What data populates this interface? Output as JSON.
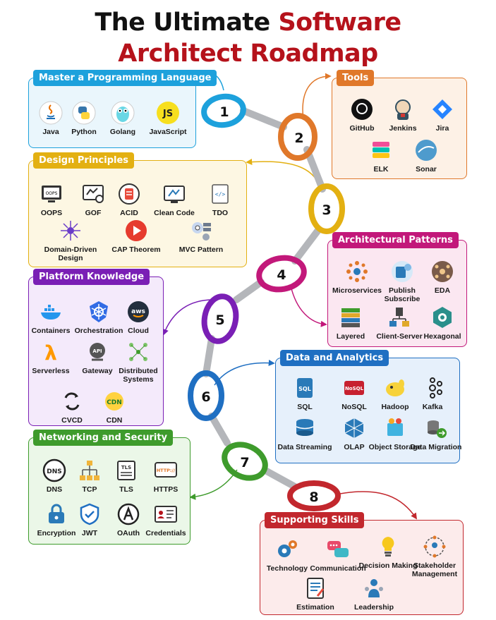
{
  "title": {
    "line1_prefix": "The Ultimate ",
    "line1_accent": "Software",
    "line2": "Architect Roadmap"
  },
  "colors": {
    "lang": "#1da1dc",
    "tools": "#e0782a",
    "design": "#e3b012",
    "patterns": "#c2187a",
    "platform": "#7a1fb5",
    "data": "#1f6fc2",
    "network": "#3e9b2c",
    "skills": "#c2272d"
  },
  "steps": [
    "1",
    "2",
    "3",
    "4",
    "5",
    "6",
    "7",
    "8"
  ],
  "sections": {
    "lang": {
      "title": "Master a Programming Language",
      "items": [
        "Java",
        "Python",
        "Golang",
        "JavaScript"
      ]
    },
    "tools": {
      "title": "Tools",
      "items": [
        "GitHub",
        "Jenkins",
        "Jira",
        "ELK",
        "Sonar"
      ]
    },
    "design": {
      "title": "Design Principles",
      "items": [
        "OOPS",
        "GOF",
        "ACID",
        "Clean Code",
        "TDO",
        "Domain-Driven Design",
        "CAP Theorem",
        "MVC Pattern"
      ]
    },
    "patterns": {
      "title": "Architectural Patterns",
      "items": [
        "Microservices",
        "Publish Subscribe",
        "EDA",
        "Layered",
        "Client-Server",
        "Hexagonal"
      ]
    },
    "platform": {
      "title": "Platform Knowledge",
      "items": [
        "Containers",
        "Orchestration",
        "Cloud",
        "Serverless",
        "Gateway",
        "Distributed Systems",
        "CVCD",
        "CDN"
      ]
    },
    "data": {
      "title": "Data and Analytics",
      "items": [
        "SQL",
        "NoSQL",
        "Hadoop",
        "Kafka",
        "Data Streaming",
        "OLAP",
        "Object Storage",
        "Data Migration"
      ]
    },
    "network": {
      "title": "Networking and Security",
      "items": [
        "DNS",
        "TCP",
        "TLS",
        "HTTPS",
        "Encryption",
        "JWT",
        "OAuth",
        "Credentials"
      ]
    },
    "skills": {
      "title": "Supporting Skills",
      "items": [
        "Technology",
        "Communication",
        "Decision Making",
        "Stakeholder Management",
        "Estimation",
        "Leadership"
      ]
    }
  },
  "icon_names": {
    "lang": [
      "java-icon",
      "python-icon",
      "golang-icon",
      "javascript-icon"
    ],
    "tools": [
      "github-icon",
      "jenkins-icon",
      "jira-icon",
      "elk-icon",
      "sonar-icon"
    ],
    "design": [
      "oops-icon",
      "gof-icon",
      "acid-icon",
      "clean-code-icon",
      "tdo-icon",
      "domain-driven-icon",
      "cap-theorem-icon",
      "mvc-icon"
    ],
    "patterns": [
      "microservices-icon",
      "pubsub-icon",
      "eda-icon",
      "layered-icon",
      "client-server-icon",
      "hexagonal-icon"
    ],
    "platform": [
      "docker-icon",
      "kubernetes-icon",
      "aws-icon",
      "lambda-icon",
      "gateway-icon",
      "distributed-icon",
      "cicd-icon",
      "cdn-icon"
    ],
    "data": [
      "sql-icon",
      "nosql-icon",
      "hadoop-icon",
      "kafka-icon",
      "streaming-icon",
      "olap-icon",
      "object-storage-icon",
      "migration-icon"
    ],
    "network": [
      "dns-icon",
      "tcp-icon",
      "tls-icon",
      "https-icon",
      "encryption-icon",
      "jwt-icon",
      "oauth-icon",
      "credentials-icon"
    ],
    "skills": [
      "technology-icon",
      "communication-icon",
      "decision-icon",
      "stakeholder-icon",
      "estimation-icon",
      "leadership-icon"
    ]
  }
}
